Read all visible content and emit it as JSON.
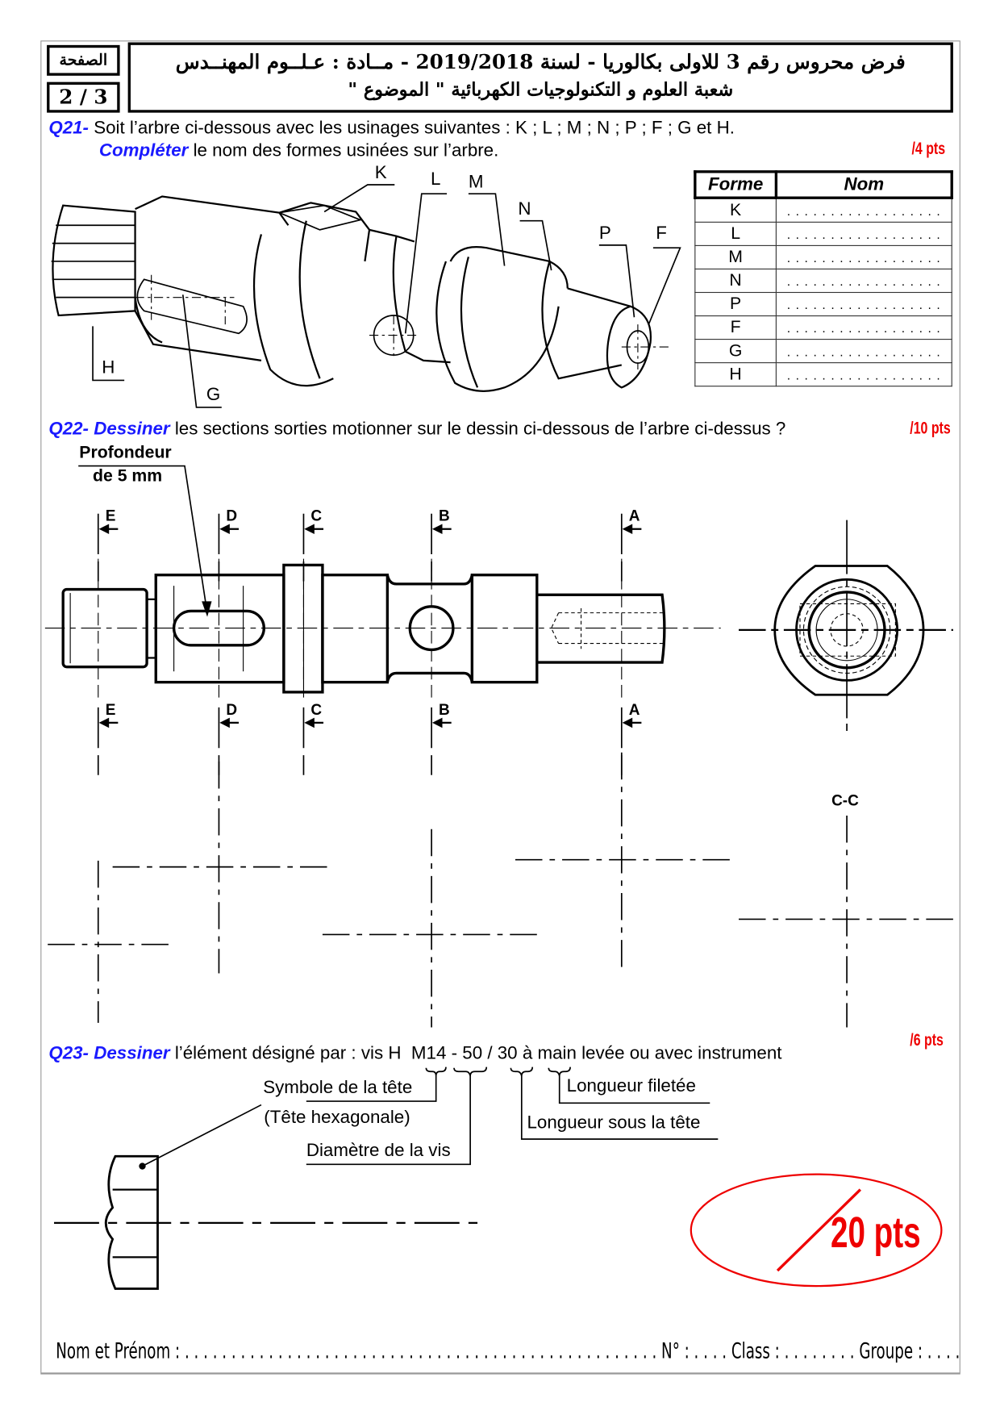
{
  "header": {
    "page_label": "الصفحة",
    "page_number": "2 / 3",
    "title_line1": "فرض محروس رقم 3 للاولى بكالوريا - لسنة 2019/2018 - مــادة : عـلــوم المهنــدس",
    "title_line2": "شعبة العلوم و التكنولوجيات الكهربائية   \" الموضوع \""
  },
  "q21": {
    "num": "Q21-",
    "text1": "Soit l’arbre ci-dessous avec les usinages suivantes : K ; L ; M ; N ; P ; F ; G et H.",
    "verb": "Compléter",
    "text2": "le nom des formes usinées sur l’arbre.",
    "points": "/4 pts",
    "labels": {
      "K": "K",
      "L": "L",
      "M": "M",
      "N": "N",
      "P": "P",
      "F": "F",
      "G": "G",
      "H": "H"
    },
    "table": {
      "col1": "Forme",
      "col2": "Nom",
      "rows": [
        {
          "forme": "K",
          "nom": ". . . . . . . . . . . . . . . . . ."
        },
        {
          "forme": "L",
          "nom": ". . . . . . . . . . . . . . . . . ."
        },
        {
          "forme": "M",
          "nom": ". . . . . . . . . . . . . . . . . ."
        },
        {
          "forme": "N",
          "nom": ". . . . . . . . . . . . . . . . . ."
        },
        {
          "forme": "P",
          "nom": ". . . . . . . . . . . . . . . . . ."
        },
        {
          "forme": "F",
          "nom": ". . . . . . . . . . . . . . . . . ."
        },
        {
          "forme": "G",
          "nom": ". . . . . . . . . . . . . . . . . ."
        },
        {
          "forme": "H",
          "nom": ". . . . . . . . . . . . . . . . . ."
        }
      ]
    }
  },
  "q22": {
    "num": "Q22-",
    "verb": "Dessiner",
    "text": "les sections sorties motionner sur le dessin ci-dessous de l’arbre ci-dessus ?",
    "points": "/10 pts",
    "depth_line1": "Profondeur",
    "depth_line2": "de 5 mm",
    "sections": [
      "E",
      "D",
      "C",
      "B",
      "A"
    ],
    "cc_label": "C-C"
  },
  "q23": {
    "num": "Q23-",
    "verb": "Dessiner",
    "text_before": "l’élément désigné par : vis",
    "h": "H",
    "m": "M14",
    "dash": "-",
    "l50": "50",
    "slash": "/",
    "l30": "30",
    "text_after": "à main levée ou avec instrument",
    "points": "/6 pts",
    "ann_head": "Symbole de la tête",
    "ann_head2": "(Tête hexagonale)",
    "ann_diam": "Diamètre de la vis",
    "ann_thread": "Longueur filetée",
    "ann_length": "Longueur sous la tête"
  },
  "total": "20 pts",
  "footer": {
    "text": "Nom  et Prénom : . . . . . . . . . . . . . . . . . . . . . . . . . . . . . . . . . . . . . . . . . . . . . . . . . . . N° : . . . .   Class : . . . . . . . .  Groupe : . . . ."
  },
  "colors": {
    "accent": "#1a1aff",
    "points": "#e00000"
  }
}
